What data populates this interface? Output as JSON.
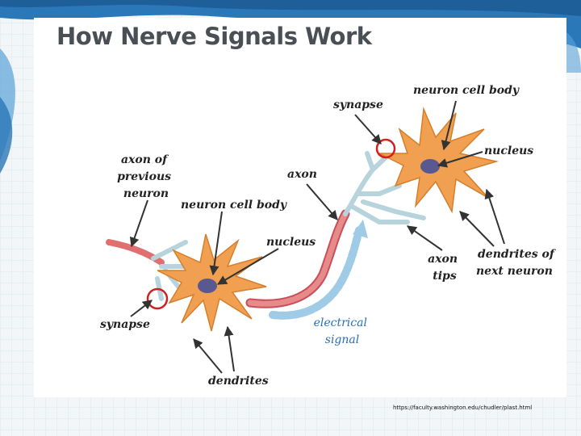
{
  "slide": {
    "title": "How Nerve Signals Work",
    "source": "https://faculty.washington.edu/chudler/plast.html"
  },
  "diagram": {
    "labels": {
      "axon_of_previous_neuron": [
        "axon of",
        "previous",
        "neuron"
      ],
      "neuron_cell_body_left": "neuron cell body",
      "nucleus_left": "nucleus",
      "synapse_left": "synapse",
      "dendrites": "dendrites",
      "axon": "axon",
      "synapse_right": "synapse",
      "neuron_cell_body_right": "neuron cell body",
      "nucleus_right": "nucleus",
      "axon_tips": [
        "axon",
        "tips"
      ],
      "dendrites_of_next_neuron": [
        "dendrites of",
        "next neuron"
      ],
      "electrical_signal": [
        "electrical",
        "signal"
      ]
    }
  },
  "colors": {
    "cell_body": "#f0a050",
    "nucleus": "#5a5890",
    "axon": "#e07070",
    "axon_tips": "#b7d4dc",
    "signal_arrow": "#9fcbe6",
    "synapse_ring": "#d02020",
    "title": "#4a4f55"
  }
}
